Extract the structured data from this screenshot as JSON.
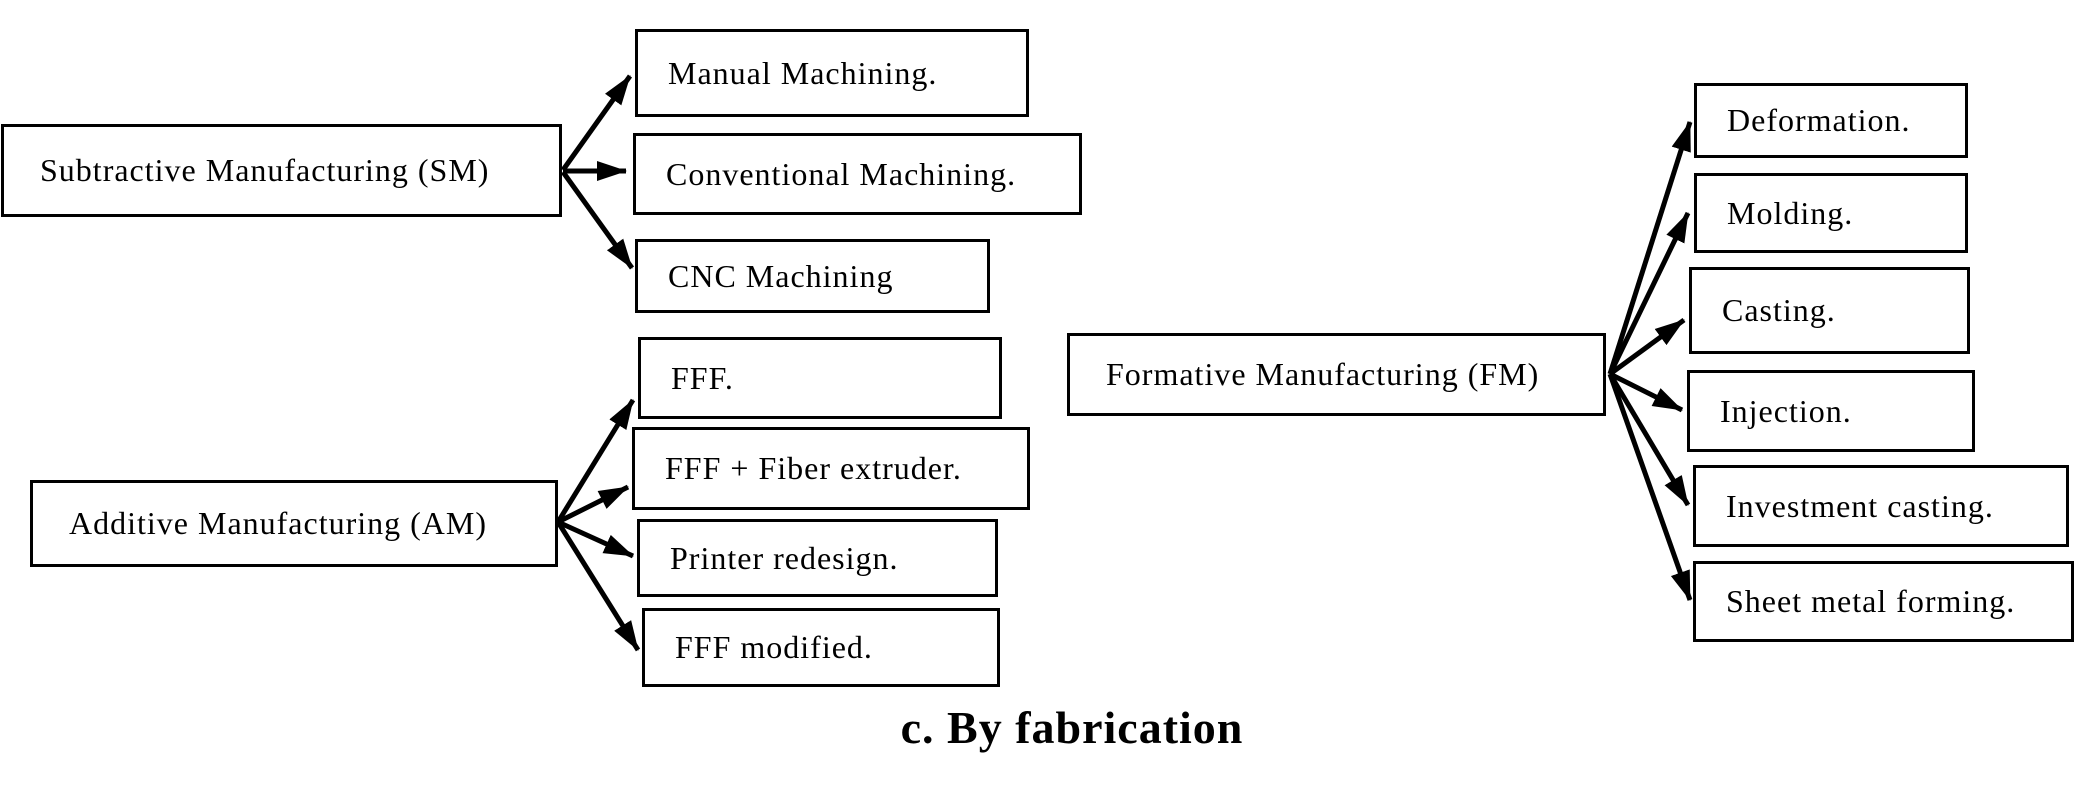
{
  "caption": "c. By fabrication",
  "colors": {
    "background": "#ffffff",
    "box_fill": "#ffffff",
    "box_border": "#000000",
    "text": "#000000",
    "arrow": "#000000"
  },
  "diagram": {
    "type": "tree",
    "groups": [
      {
        "parent": {
          "label": "Subtractive Manufacturing (SM)"
        },
        "children": [
          {
            "label": "Manual Machining."
          },
          {
            "label": "Conventional Machining."
          },
          {
            "label": "CNC Machining"
          }
        ]
      },
      {
        "parent": {
          "label": "Additive Manufacturing (AM)"
        },
        "children": [
          {
            "label": "FFF."
          },
          {
            "label": "FFF + Fiber extruder."
          },
          {
            "label": "Printer redesign."
          },
          {
            "label": "FFF modified."
          }
        ]
      },
      {
        "parent": {
          "label": "Formative Manufacturing (FM)"
        },
        "children": [
          {
            "label": "Deformation."
          },
          {
            "label": "Molding."
          },
          {
            "label": "Casting."
          },
          {
            "label": "Injection."
          },
          {
            "label": "Investment casting."
          },
          {
            "label": "Sheet metal forming."
          }
        ]
      }
    ]
  }
}
